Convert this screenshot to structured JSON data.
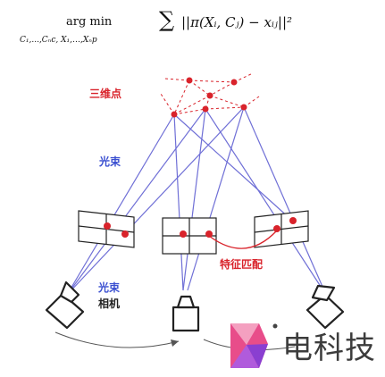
{
  "formula": {
    "argmin": "arg min",
    "argmin_sub": "C₁,...,Cₙc, X₁,…,Xₙp",
    "sum_symbol": "∑",
    "expression": "||π(Xᵢ, Cⱼ) − xᵢⱼ||²"
  },
  "labels": {
    "points_3d": "三维点",
    "rays_top": "光束",
    "rays_bottom": "光束",
    "cameras": "相机",
    "feature_match": "特征匹配"
  },
  "watermark": {
    "text": "电科技"
  },
  "colors": {
    "ray": "#6f6fd6",
    "point": "#d9232b",
    "dashed": "#d9232b",
    "frame": "#222222",
    "watermark_pink": "#e84d8a",
    "watermark_purple": "#8a3fd1"
  }
}
